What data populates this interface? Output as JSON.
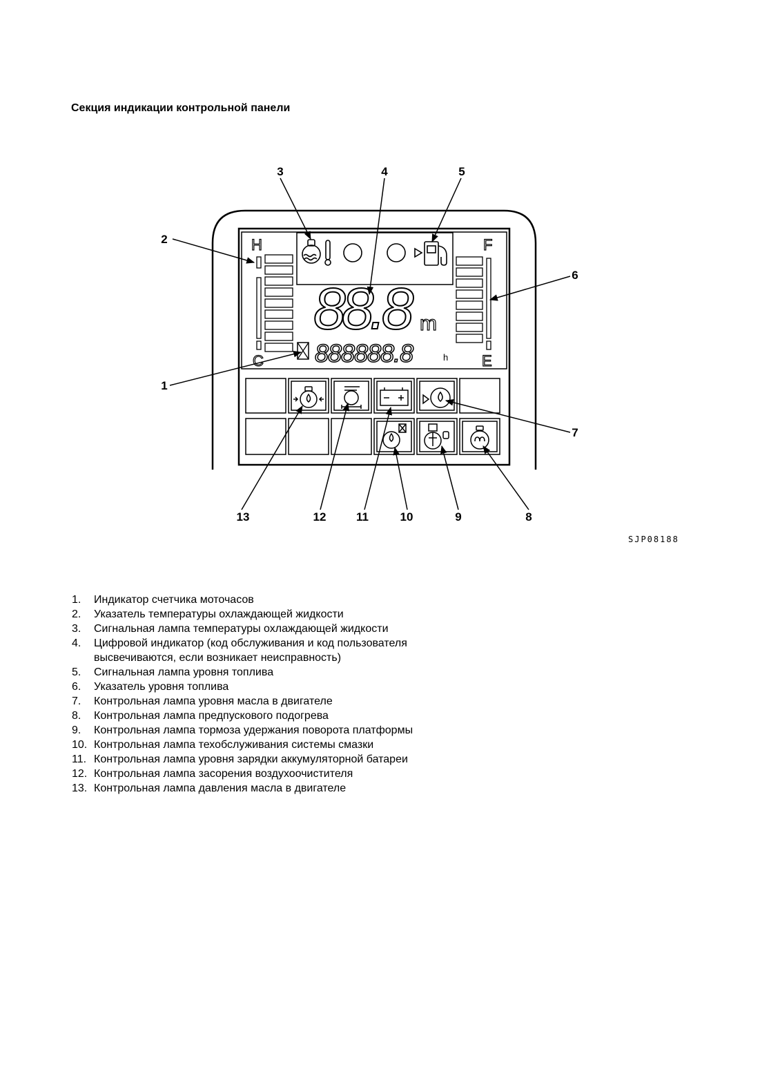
{
  "page": {
    "title": "Секция индикации контрольной панели",
    "figure_code": "SJP08188"
  },
  "display": {
    "temp_hot_mark": "H",
    "temp_cold_mark": "C",
    "fuel_full_mark": "F",
    "fuel_empty_mark": "E",
    "main_readout": "88.8",
    "main_unit": "m",
    "hour_readout": "888888.8",
    "hour_unit": "h"
  },
  "callouts": [
    "1",
    "2",
    "3",
    "4",
    "5",
    "6",
    "7",
    "8",
    "9",
    "10",
    "11",
    "12",
    "13"
  ],
  "legend": [
    {
      "num": "1.",
      "text": "Индикатор счетчика моточасов"
    },
    {
      "num": "2.",
      "text": "Указатель температуры охлаждающей жидкости"
    },
    {
      "num": "3.",
      "text": "Сигнальная лампа температуры охлаждающей жидкости"
    },
    {
      "num": "4.",
      "text": "Цифровой индикатор (код обслуживания и код пользователя высвечиваются, если возникает неисправность)"
    },
    {
      "num": "5.",
      "text": "Сигнальная лампа уровня топлива"
    },
    {
      "num": "6.",
      "text": "Указатель уровня топлива"
    },
    {
      "num": "7.",
      "text": "Контрольная лампа уровня масла в двигателе"
    },
    {
      "num": "8.",
      "text": "Контрольная лампа предпускового подогрева"
    },
    {
      "num": "9.",
      "text": "Контрольная лампа тормоза удержания поворота платформы"
    },
    {
      "num": "10.",
      "text": "Контрольная лампа техобслуживания системы смазки"
    },
    {
      "num": "11.",
      "text": "Контрольная лампа уровня зарядки аккумуляторной батареи"
    },
    {
      "num": "12.",
      "text": "Контрольная лампа засорения воздухоочистителя"
    },
    {
      "num": "13.",
      "text": "Контрольная лампа давления масла в двигателе"
    }
  ],
  "icons": {
    "coolant_temp": "coolant-temperature-icon",
    "fuel_level": "fuel-pump-icon",
    "oil_pressure": "oil-pressure-icon",
    "air_cleaner": "air-cleaner-icon",
    "battery": "battery-charge-icon",
    "engine_oil_level": "engine-oil-level-icon",
    "lubrication": "lubrication-maintenance-icon",
    "swing_brake": "swing-brake-icon",
    "preheat": "preheat-icon"
  }
}
